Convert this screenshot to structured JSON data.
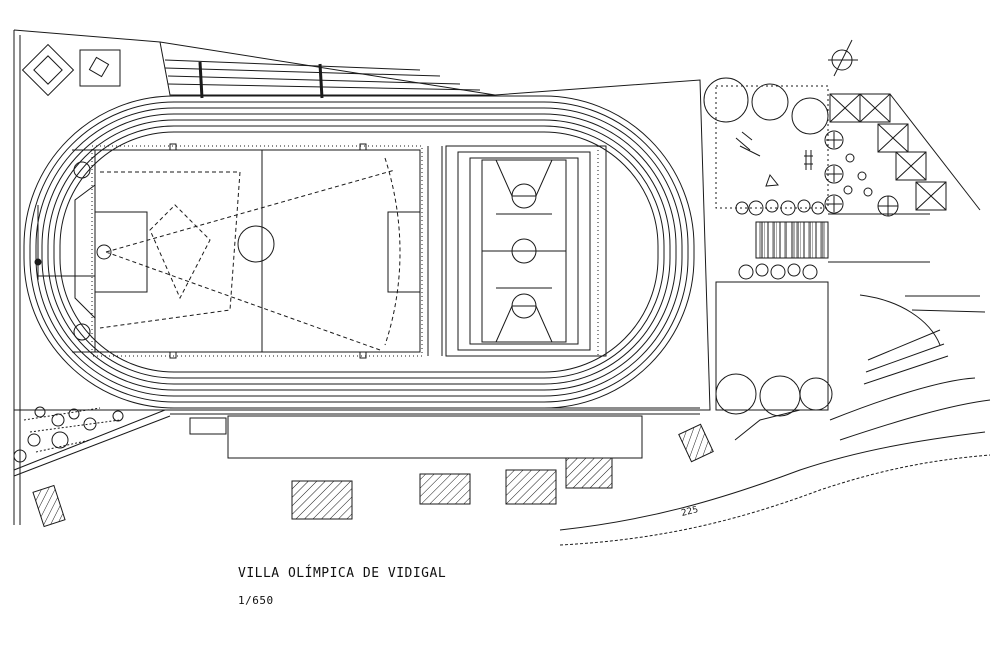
{
  "caption": {
    "title": "VILLA OLÍMPICA DE VIDIGAL",
    "scale": "1/650"
  },
  "annotations": {
    "contour_label": "225"
  },
  "colors": {
    "ink": "#1a1a1a",
    "paper": "#ffffff"
  }
}
